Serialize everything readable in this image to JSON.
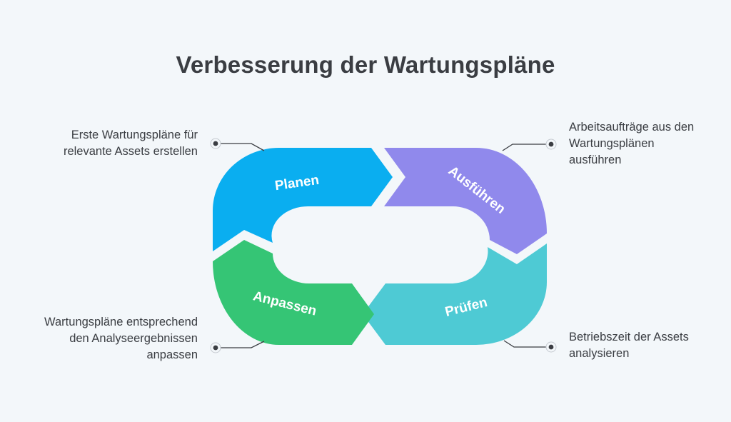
{
  "title": "Verbesserung der Wartungspläne",
  "colors": {
    "planen": "#0aaef0",
    "ausfuehren": "#9089ec",
    "pruefen": "#4ecad4",
    "anpassen": "#35c575",
    "background": "#f3f7fa",
    "text": "#3a3d42"
  },
  "segments": {
    "planen": "Planen",
    "ausfuehren": "Ausführen",
    "pruefen": "Prüfen",
    "anpassen": "Anpassen"
  },
  "callouts": {
    "planen": [
      "Erste Wartungspläne für",
      "relevante Assets erstellen"
    ],
    "ausfuehren": [
      "Arbeitsaufträge aus den",
      "Wartungsplänen",
      "ausführen"
    ],
    "anpassen": [
      "Wartungspläne entsprechend",
      "den Analyseergebnissen",
      "anpassen"
    ],
    "pruefen": [
      "Betriebszeit der Assets",
      "analysieren"
    ]
  }
}
